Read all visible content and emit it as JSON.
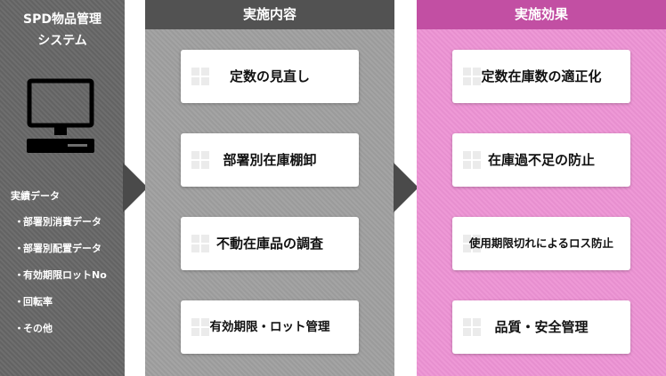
{
  "system": {
    "title": "SPD物品管理\nシステム",
    "icon": "computer-monitor-icon",
    "data_heading": "実績データ",
    "data_items": [
      "部署別消費データ",
      "部署別配置データ",
      "有効期限ロットNo",
      "回転率",
      "その他"
    ],
    "bullet": "・"
  },
  "content": {
    "header": "実施内容",
    "items": [
      "定数の見直し",
      "部署別在庫棚卸",
      "不動在庫品の調査",
      "有効期限・ロット管理"
    ]
  },
  "effect": {
    "header": "実施効果",
    "items": [
      "定数在庫数の適正化",
      "在庫過不足の防止",
      "使用期限切れによるロス防止",
      "品質・安全管理"
    ]
  },
  "colors": {
    "system_panel": "#6e6e6e",
    "content_bg": "#a4a4a4",
    "content_header": "#525252",
    "effect_bg": "#ee99d6",
    "effect_header": "#c24fa3",
    "arrow": "#4a4a4a"
  }
}
